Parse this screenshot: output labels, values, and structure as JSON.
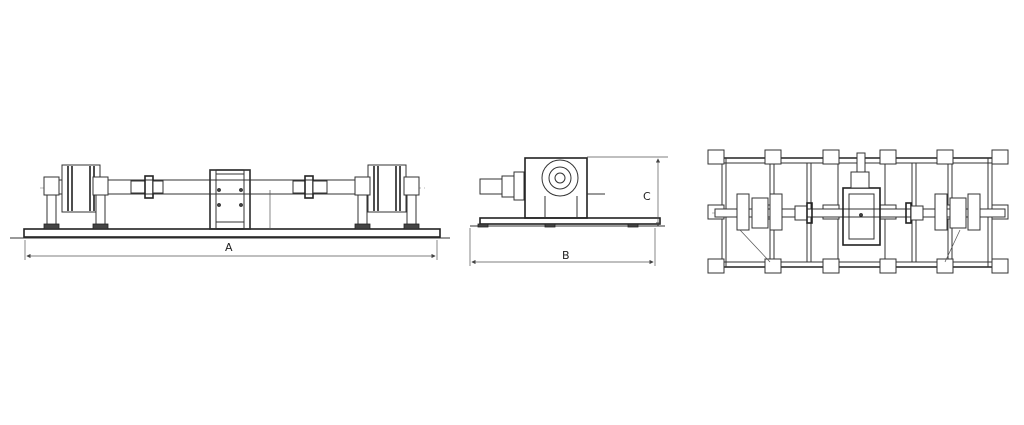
{
  "drawing": {
    "front_view": {
      "dimension_label": "A"
    },
    "side_view": {
      "width_label": "B",
      "height_label": "C"
    },
    "top_view": {}
  }
}
